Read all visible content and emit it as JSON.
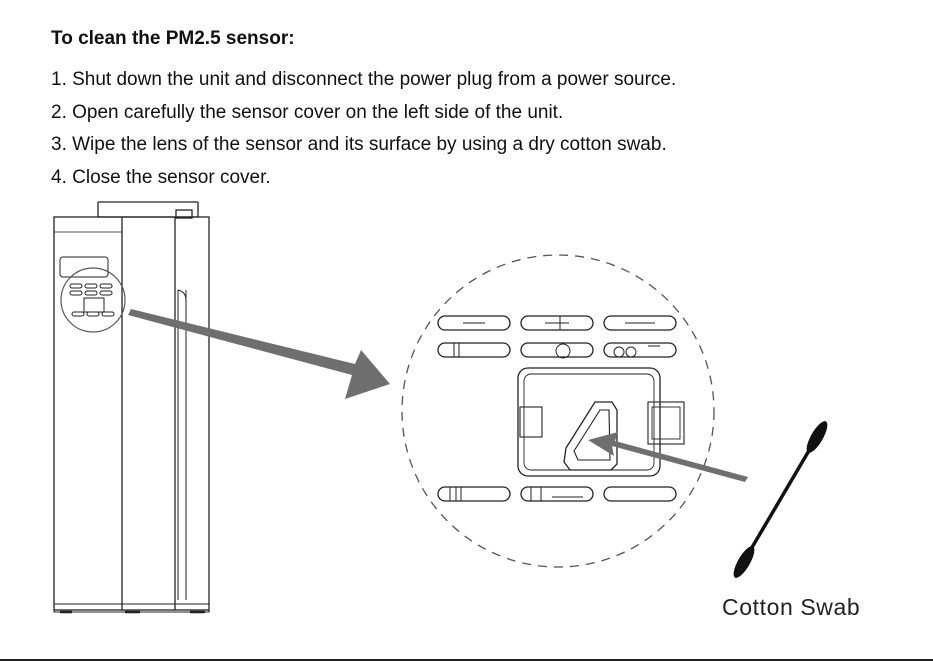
{
  "heading": "To clean the PM2.5 sensor:",
  "steps": [
    "1. Shut down the unit and disconnect the power plug from a power source.",
    "2. Open carefully the sensor cover on the left side of the unit.",
    "3. Wipe the lens of the sensor and its surface by using a dry cotton swab.",
    "4. Close the sensor cover."
  ],
  "illustration": {
    "swab_label": "Cotton Swab",
    "icons": [
      "air-purifier-unit-illustration",
      "magnified-sensor-area",
      "pointer-arrow",
      "cotton-swab-icon"
    ]
  }
}
